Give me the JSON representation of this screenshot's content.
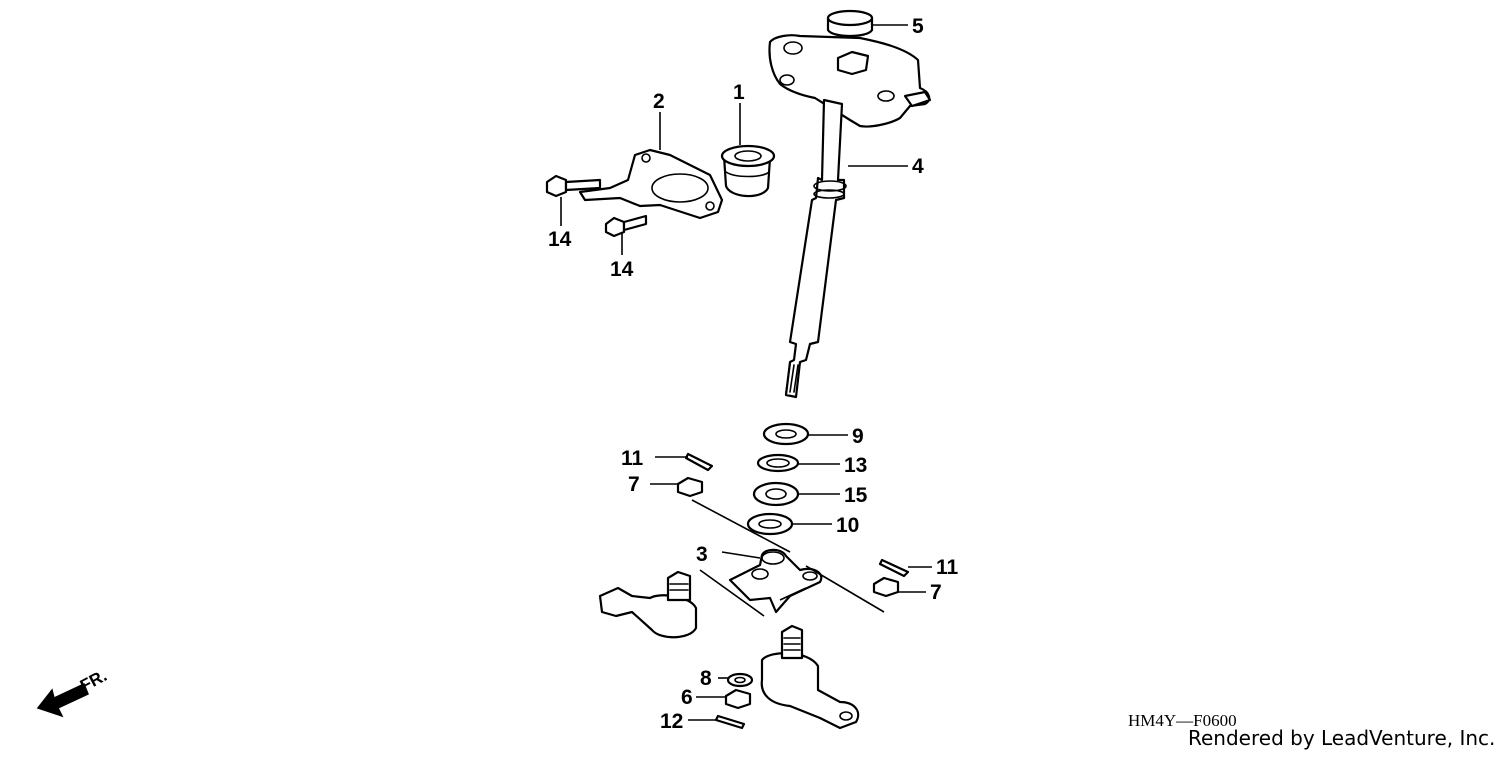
{
  "diagram": {
    "code": "HM4Y—F0600",
    "credit": "Rendered by LeadVenture, Inc.",
    "front_marker": "FR.",
    "callouts": [
      "1",
      "2",
      "3",
      "4",
      "5",
      "6",
      "7",
      "7",
      "8",
      "9",
      "10",
      "11",
      "11",
      "12",
      "13",
      "14",
      "14",
      "15"
    ]
  }
}
